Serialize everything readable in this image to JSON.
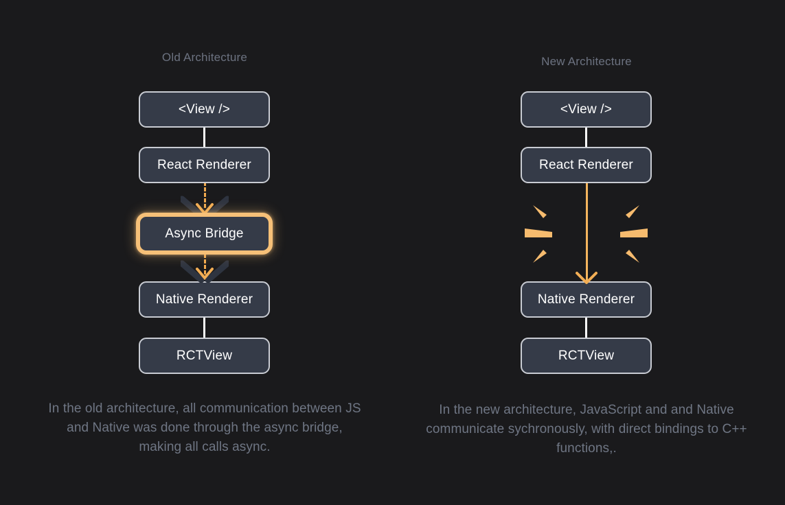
{
  "background_color": "#1a1a1c",
  "accent_color": "#f6c078",
  "node_fill_color": "#353b48",
  "node_border_color": "#c9ccd3",
  "title_color": "#6c7280",
  "caption_color": "#6f7684",
  "columns": {
    "left": {
      "title": "Old Architecture",
      "nodes": [
        {
          "label": "<View />",
          "name": "view"
        },
        {
          "label": "React Renderer",
          "name": "react-renderer"
        },
        {
          "label": "Async Bridge",
          "name": "async-bridge",
          "highlighted": true
        },
        {
          "label": "Native Renderer",
          "name": "native-renderer"
        },
        {
          "label": "RCTView",
          "name": "rctview"
        }
      ],
      "connectors": [
        {
          "from": "view",
          "to": "react-renderer",
          "style": "solid-white"
        },
        {
          "from": "react-renderer",
          "to": "async-bridge",
          "style": "dashed-orange-arrow"
        },
        {
          "from": "async-bridge",
          "to": "native-renderer",
          "style": "dashed-orange-arrow"
        },
        {
          "from": "native-renderer",
          "to": "rctview",
          "style": "solid-white"
        }
      ],
      "caption": "In the old architecture, all communication between JS and Native was done through the async bridge, making all calls async."
    },
    "right": {
      "title": "New Architecture",
      "nodes": [
        {
          "label": "<View />",
          "name": "view"
        },
        {
          "label": "React Renderer",
          "name": "react-renderer"
        },
        {
          "label": "Native Renderer",
          "name": "native-renderer"
        },
        {
          "label": "RCTView",
          "name": "rctview"
        }
      ],
      "connectors": [
        {
          "from": "view",
          "to": "react-renderer",
          "style": "solid-white"
        },
        {
          "from": "react-renderer",
          "to": "native-renderer",
          "style": "solid-orange-arrow"
        },
        {
          "from": "native-renderer",
          "to": "rctview",
          "style": "solid-white"
        }
      ],
      "burst": {
        "rays": 6,
        "color": "#f6bb6e",
        "meaning": "bridge-removed-burst"
      },
      "caption": "In the new architecture, JavaScript and and Native communicate sychronously, with direct bindings to C++ functions,."
    }
  }
}
